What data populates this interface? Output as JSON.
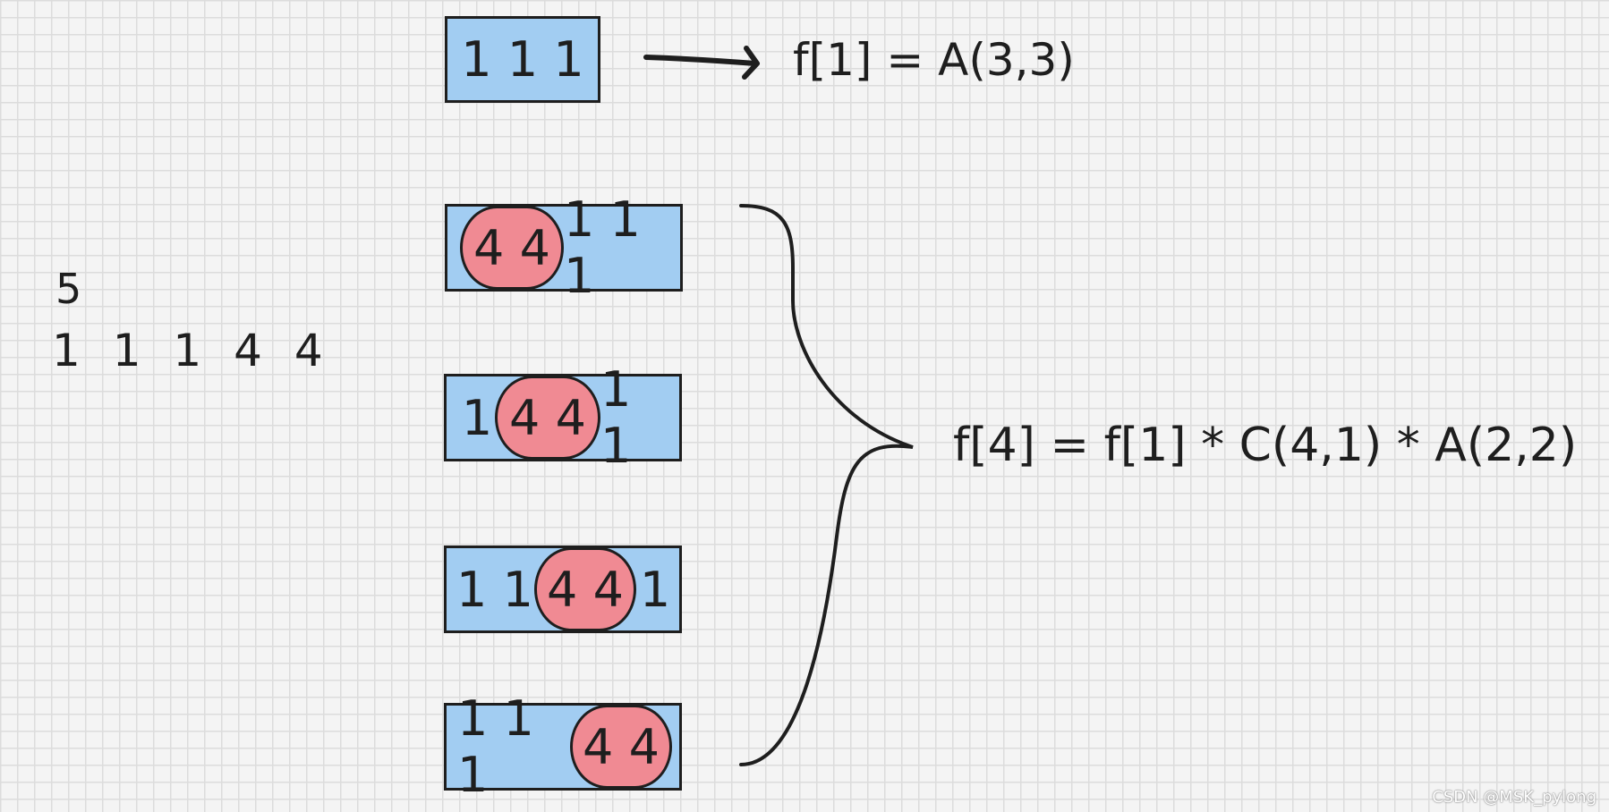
{
  "input": {
    "n": "5",
    "sequence": "1 1 1 4 4"
  },
  "top_box": {
    "text": "1 1 1",
    "formula": "f[1] =  A(3,3)"
  },
  "arrangements": [
    {
      "left": "",
      "pill": "4 4",
      "right": "1 1 1"
    },
    {
      "left": "1",
      "pill": "4 4",
      "right": "1 1"
    },
    {
      "left": "1 1",
      "pill": "4 4",
      "right": "1"
    },
    {
      "left": "1 1 1",
      "pill": "4 4",
      "right": ""
    }
  ],
  "main_formula": "f[4] = f[1] * C(4,1) * A(2,2)",
  "watermark": "CSDN @MSK_pylong",
  "colors": {
    "box_fill": "#a2cdf2",
    "pill_fill": "#f08a93",
    "stroke": "#1e1e1e"
  },
  "icons": {
    "arrow": "right-arrow-icon",
    "brace": "right-curly-brace-icon"
  }
}
